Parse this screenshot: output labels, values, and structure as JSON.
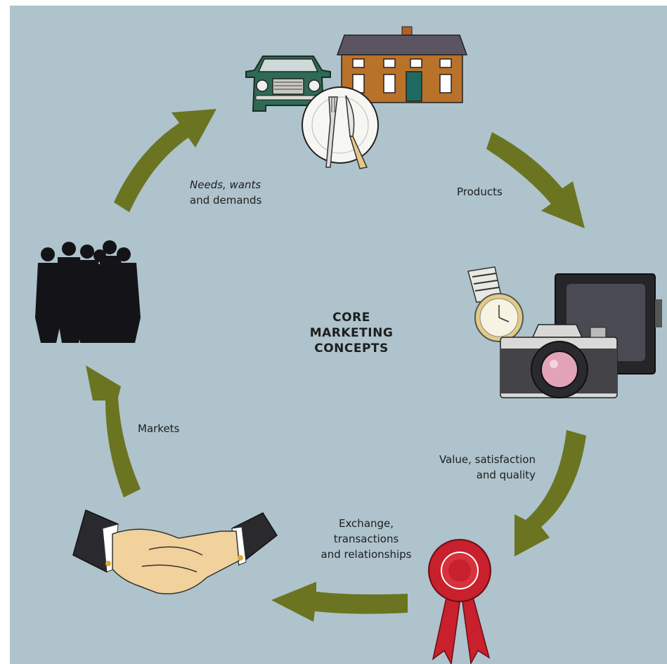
{
  "diagram": {
    "title_lines": [
      "CORE",
      "MARKETING",
      "CONCEPTS"
    ],
    "labels": {
      "needs_line1": "Needs, wants",
      "needs_line2": "and demands",
      "products": "Products",
      "value_line1": "Value, satisfaction",
      "value_line2": "and quality",
      "exchange_line1": "Exchange,",
      "exchange_line2": "transactions",
      "exchange_line3": "and relationships",
      "markets": "Markets"
    },
    "colors": {
      "background": "#aec3cc",
      "arrow": "#6b7420",
      "ribbon": "#c8202c",
      "house": "#b8722a",
      "car": "#2e6b56"
    },
    "icons": [
      "car-icon",
      "house-icon",
      "plate-cutlery-icon",
      "watch-icon",
      "tv-icon",
      "camera-icon",
      "ribbon-icon",
      "handshake-icon",
      "people-group-icon"
    ]
  }
}
